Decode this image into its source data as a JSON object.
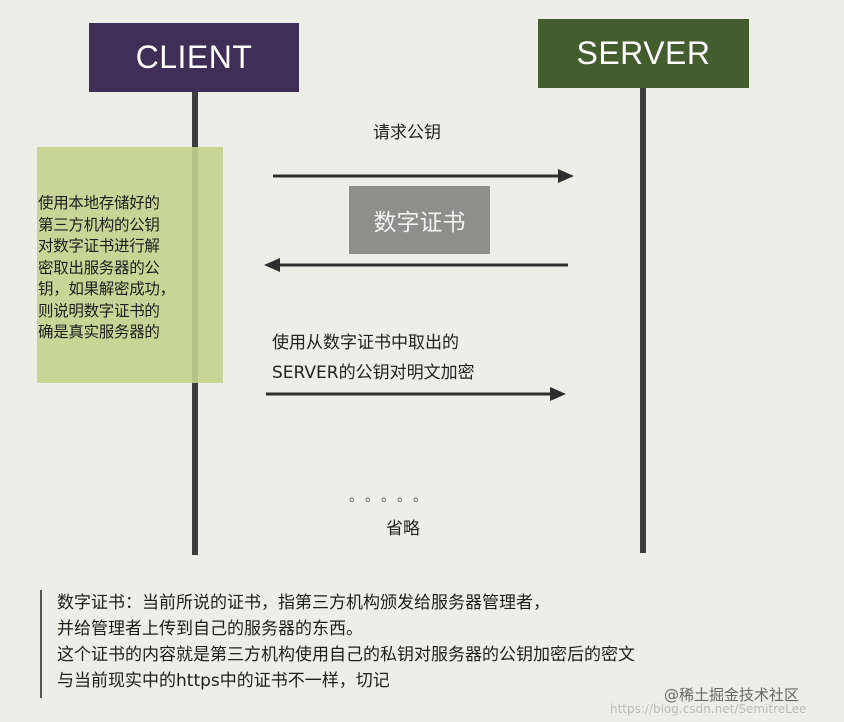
{
  "client_label": "CLIENT",
  "server_label": "SERVER",
  "messages": {
    "request_public_key": "请求公钥",
    "certificate": "数字证书",
    "encrypt_line1": "使用从数字证书中取出的",
    "encrypt_line2": "SERVER的公钥对明文加密",
    "ellipsis": "。。。。。",
    "omitted": "省略"
  },
  "client_note": {
    "line1": "使用本地存储好的",
    "line2": "第三方机构的公钥",
    "line3": "对数字证书进行解",
    "line4": "密取出服务器的公",
    "line5": "钥，如果解密成功，",
    "line6": "则说明数字证书的",
    "line7": "确是真实服务器的"
  },
  "footnote": {
    "line1": "数字证书：当前所说的证书，指第三方机构颁发给服务器管理者，",
    "line2": "并给管理者上传到自己的服务器的东西。",
    "line3": "这个证书的内容就是第三方机构使用自己的私钥对服务器的公钥加密后的密文",
    "line4": "与当前现实中的https中的证书不一样，切记"
  },
  "watermark": "@稀土掘金技术社区",
  "watermark_url": "https://blog.csdn.net/SemitreLee",
  "colors": {
    "client": "#3f2e55",
    "server": "#445d2e",
    "note": "#c3d18e",
    "certificate": "#8e8e8c",
    "arrow": "#2e2e2e"
  }
}
